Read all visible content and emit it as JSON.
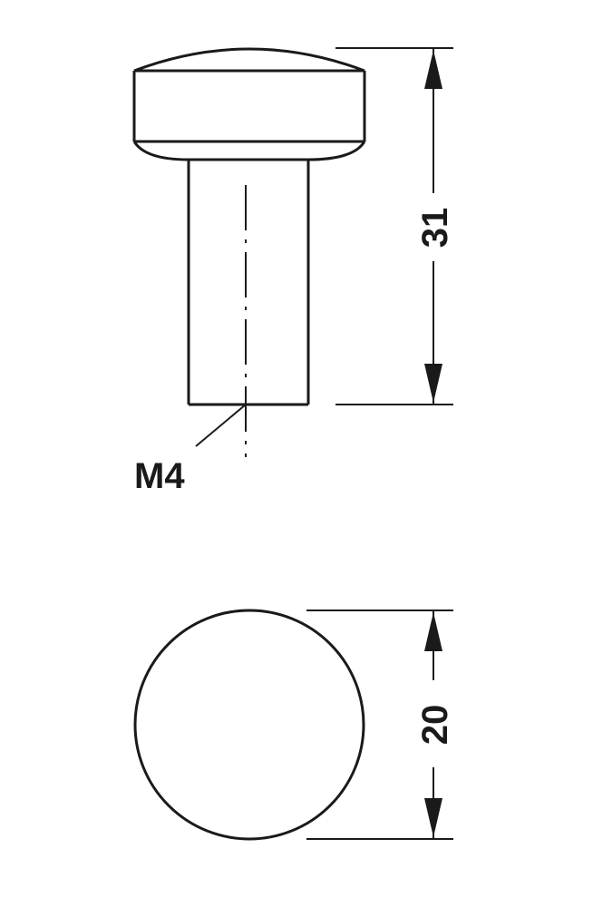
{
  "drawing": {
    "height_dimension": "31",
    "diameter_dimension": "20",
    "thread_label": "M4"
  },
  "colors": {
    "line": "#1a1a1a",
    "background": "#ffffff"
  }
}
